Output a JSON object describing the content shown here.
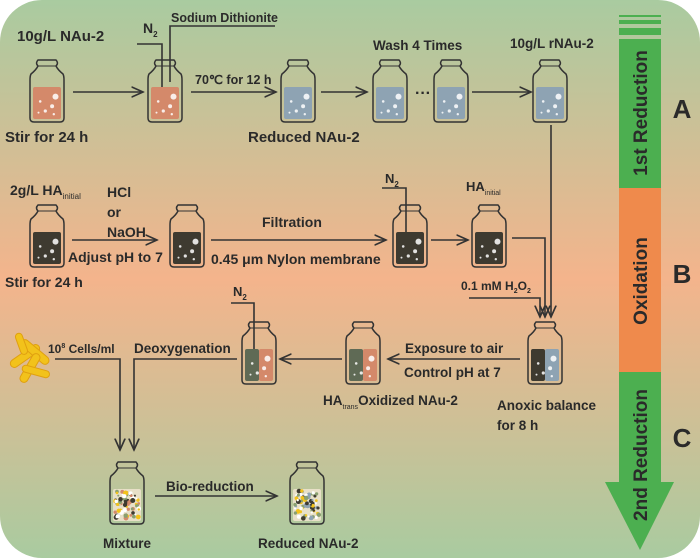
{
  "colors": {
    "green": "#4caf50",
    "orange": "#ef8a4c",
    "nau": "#d4896a",
    "reduced": "#8ea3b3",
    "ha": "#3e3a30",
    "ha_trans": "#5f6a55",
    "bg_top": "#a9cba0",
    "bg_mid": "#f4b48c",
    "bg_bottom": "#a9cba0"
  },
  "stages": {
    "first": "1st Reduction",
    "oxidation": "Oxidation",
    "second": "2nd Reduction",
    "A": "A",
    "B": "B",
    "C": "C"
  },
  "labels": {
    "nau_10": "10g/L NAu-2",
    "n2": "N",
    "n2_sub": "2",
    "dithionite": "Sodium Dithionite",
    "temp": "70℃ for 12 h",
    "stir1": "Stir for 24 h",
    "reduced1": "Reduced NAu-2",
    "wash": "Wash 4 Times",
    "dots": "···",
    "rnau": "10g/L rNAu-2",
    "ha2": "2g/L HA",
    "initial_sub": "initial",
    "hcl": "HCl",
    "or": "or",
    "naoh": "NaOH",
    "adjust": "Adjust pH to 7",
    "filtration": "Filtration",
    "membrane": "0.45 μm Nylon membrane",
    "ha_initial": "HA",
    "stir2": "Stir for 24 h",
    "h2o2_pre": "0.1 mM H",
    "h2o2_2": "2",
    "h2o2_o": "O",
    "cells": "10",
    "cells_sup": "8",
    "cells_post": " Cells/ml",
    "deoxygenation": "Deoxygenation",
    "exposure": "Exposure to air",
    "control": "Control pH at 7",
    "ha_trans": "HA",
    "trans_sub": "trans",
    "oxidized": "Oxidized NAu-2",
    "anoxic1": "Anoxic balance",
    "anoxic2": "for 8 h",
    "bio": "Bio-reduction",
    "mixture": "Mixture",
    "reduced2": "Reduced NAu-2"
  },
  "jars": [
    {
      "name": "nau-jar",
      "content": [
        "nau"
      ]
    },
    {
      "name": "nau-dithionite-jar",
      "content": [
        "nau"
      ]
    },
    {
      "name": "reduced-nau-jar",
      "content": [
        "reduced"
      ]
    },
    {
      "name": "wash-jar-1",
      "content": [
        "reduced"
      ]
    },
    {
      "name": "wash-jar-2",
      "content": [
        "reduced"
      ]
    },
    {
      "name": "rnau-jar",
      "content": [
        "reduced"
      ]
    },
    {
      "name": "ha-stir-jar",
      "content": [
        "ha"
      ]
    },
    {
      "name": "ha-ph-jar",
      "content": [
        "ha"
      ]
    },
    {
      "name": "ha-filtered-jar",
      "content": [
        "ha"
      ]
    },
    {
      "name": "ha-initial-jar",
      "content": [
        "ha"
      ]
    },
    {
      "name": "deoxygenation-jar",
      "content": [
        "ha_trans",
        "nau"
      ]
    },
    {
      "name": "oxidized-jar",
      "content": [
        "ha_trans",
        "nau"
      ]
    },
    {
      "name": "anoxic-jar",
      "content": [
        "ha",
        "reduced"
      ]
    },
    {
      "name": "mixture-jar",
      "content": [
        "mixture"
      ]
    },
    {
      "name": "bio-reduced-jar",
      "content": [
        "mixture-reduced"
      ]
    }
  ]
}
